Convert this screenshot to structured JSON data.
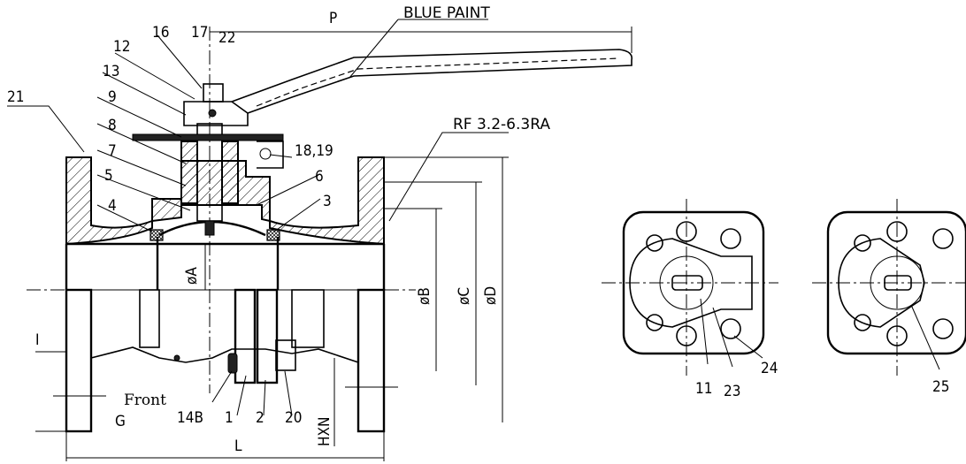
{
  "part_labels": {
    "p21": "21",
    "p12": "12",
    "p16": "16",
    "p17": "17",
    "p22": "22",
    "p13": "13",
    "p9": "9",
    "p8": "8",
    "p7": "7",
    "p5": "5",
    "p4": "4",
    "p18_19": "18,19",
    "p6": "6",
    "p3": "3",
    "p14B": "14B",
    "p1": "1",
    "p2": "2",
    "p20": "20",
    "p11": "11",
    "p23": "23",
    "p24": "24",
    "p25": "25"
  },
  "dimension_labels": {
    "P": "P",
    "L": "L",
    "G": "G",
    "I": "I",
    "A": "øA",
    "B": "øB",
    "C": "øC",
    "D": "øD",
    "HXN": "HXN"
  },
  "notes": {
    "handle_finish": "BLUE PAINT",
    "face_finish": "RF 3.2-6.3RA",
    "front": "Front"
  }
}
